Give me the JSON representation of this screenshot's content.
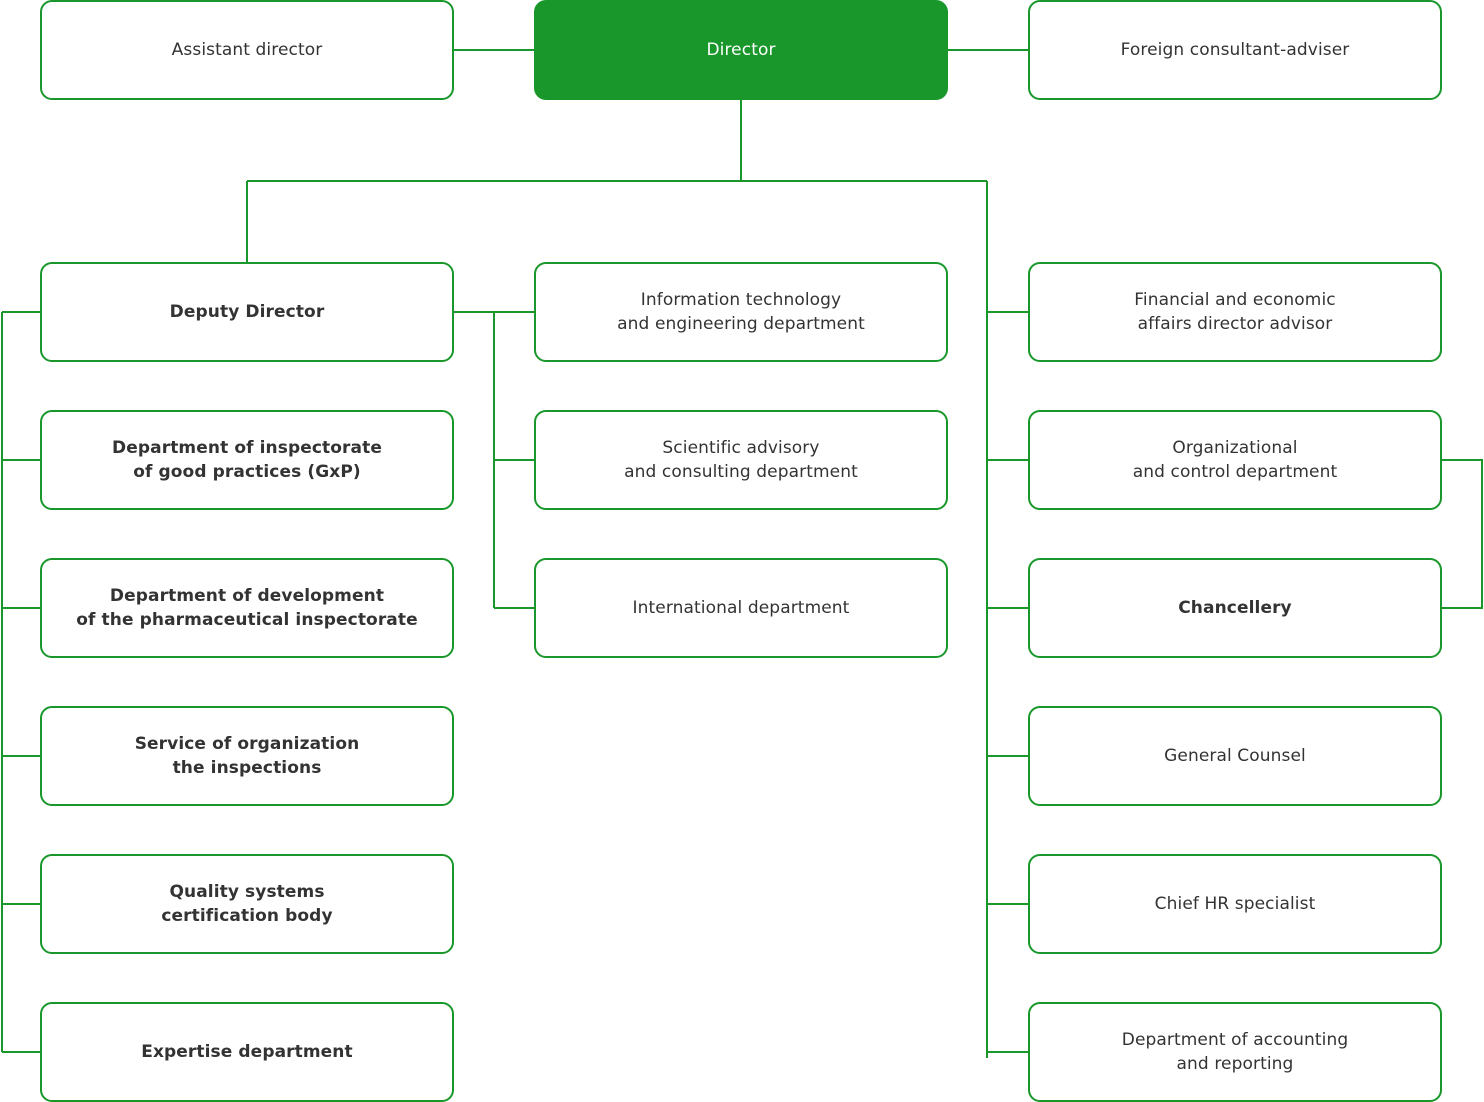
{
  "colors": {
    "accent": "#19972a",
    "text": "#333333",
    "background": "#ffffff"
  },
  "top": {
    "director": "Director",
    "assistant": "Assistant director",
    "foreign_consultant": "Foreign consultant-adviser"
  },
  "left": {
    "deputy_director": "Deputy Director",
    "gxp": "Department of inspectorate\nof good practices (GxP)",
    "pharma_dev": "Department of development\nof the pharmaceutical inspectorate",
    "inspection_service": "Service of organization\nthe inspections",
    "quality_cert": "Quality systems\ncertification body",
    "expertise": "Expertise department"
  },
  "middle": {
    "it_eng": "Information technology\nand engineering department",
    "scientific": "Scientific advisory\nand consulting department",
    "international": "International department"
  },
  "right": {
    "financial": "Financial and economic\naffairs director advisor",
    "org_control": "Organizational\nand control department",
    "chancellery": "Chancellery",
    "general_counsel": "General Counsel",
    "chief_hr": "Chief HR specialist",
    "accounting": "Department of accounting\nand reporting"
  }
}
